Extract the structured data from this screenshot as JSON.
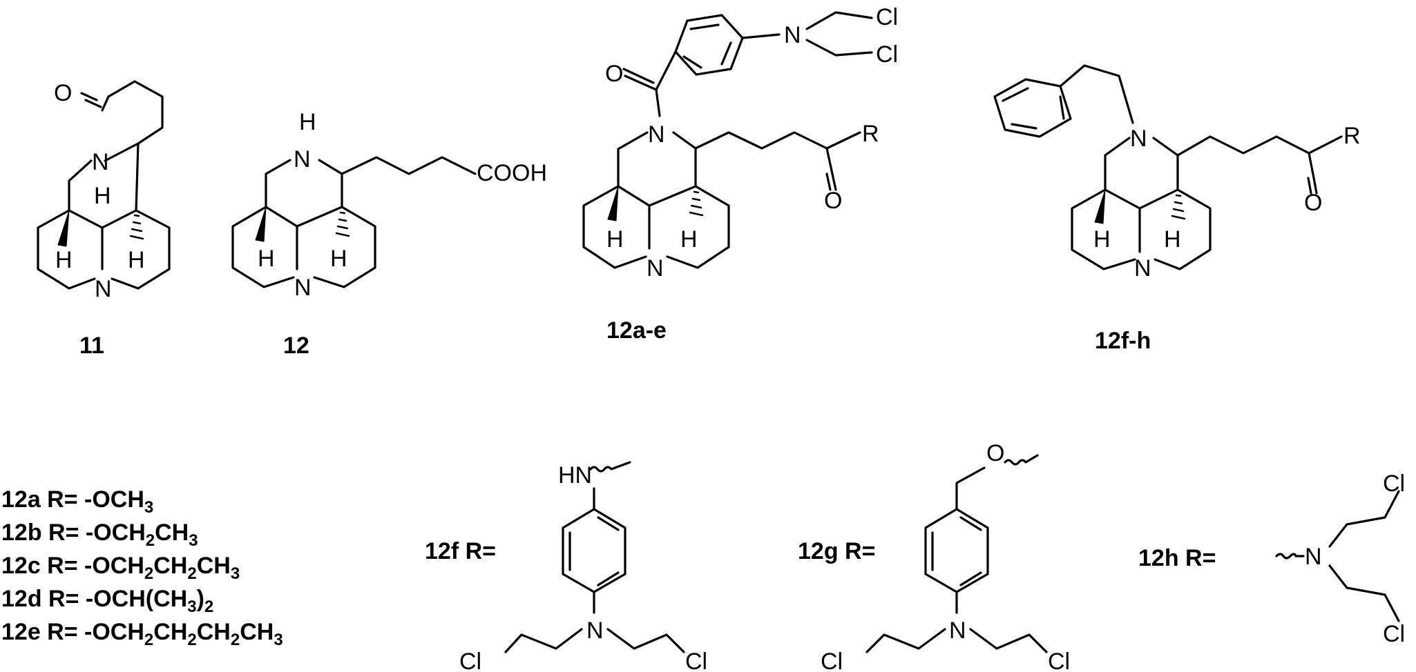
{
  "compounds": {
    "c11": {
      "label": "11",
      "atoms": {
        "O": "O",
        "N_top": "N",
        "N_bot": "N",
        "H_left": "H",
        "H_right": "H",
        "H_mid": "H"
      }
    },
    "c12": {
      "label": "12",
      "atoms": {
        "NH": "N",
        "NH_H": "H",
        "N_bot": "N",
        "H_left": "H",
        "H_right": "H",
        "COOH": "COOH"
      }
    },
    "c12ae": {
      "label": "12a-e",
      "atoms": {
        "O_carbonyl": "O",
        "N_amide": "N",
        "N_aryl": "N",
        "Cl1": "Cl",
        "Cl2": "Cl",
        "N_bot": "N",
        "H_left": "H",
        "H_right": "H",
        "R": "R",
        "O_ester": "O"
      }
    },
    "c12fh": {
      "label": "12f-h",
      "atoms": {
        "N_top": "N",
        "N_bot": "N",
        "H_left": "H",
        "H_right": "H",
        "R": "R",
        "O_ester": "O"
      }
    }
  },
  "r_groups": {
    "a": {
      "prefix": "12a R= -OCH",
      "sub": "3",
      "rest": ""
    },
    "b": {
      "prefix": "12b R= -OCH",
      "sub": "2",
      "mid": "CH",
      "sub2": "3"
    },
    "c": {
      "prefix": "12c R= -OCH",
      "sub": "2",
      "mid": "CH",
      "sub2": "2",
      "mid2": "CH",
      "sub3": "3"
    },
    "d": {
      "prefix": "12d R= -OCH(CH",
      "sub": "3",
      "rest": ")",
      "sub2": "2"
    },
    "e": {
      "prefix": "12e R= -OCH",
      "sub": "2",
      "mid": "CH",
      "sub2": "2",
      "mid2": "CH",
      "sub3": "2",
      "mid3": "CH",
      "sub4": "3"
    }
  },
  "substituents": {
    "f": {
      "label": "12f R=",
      "HN": "HN",
      "N": "N",
      "Cl1": "Cl",
      "Cl2": "Cl"
    },
    "g": {
      "label": "12g R=",
      "O": "O",
      "N": "N",
      "Cl1": "Cl",
      "Cl2": "Cl"
    },
    "h": {
      "label": "12h R=",
      "N": "N",
      "Cl1": "Cl",
      "Cl2": "Cl"
    }
  }
}
